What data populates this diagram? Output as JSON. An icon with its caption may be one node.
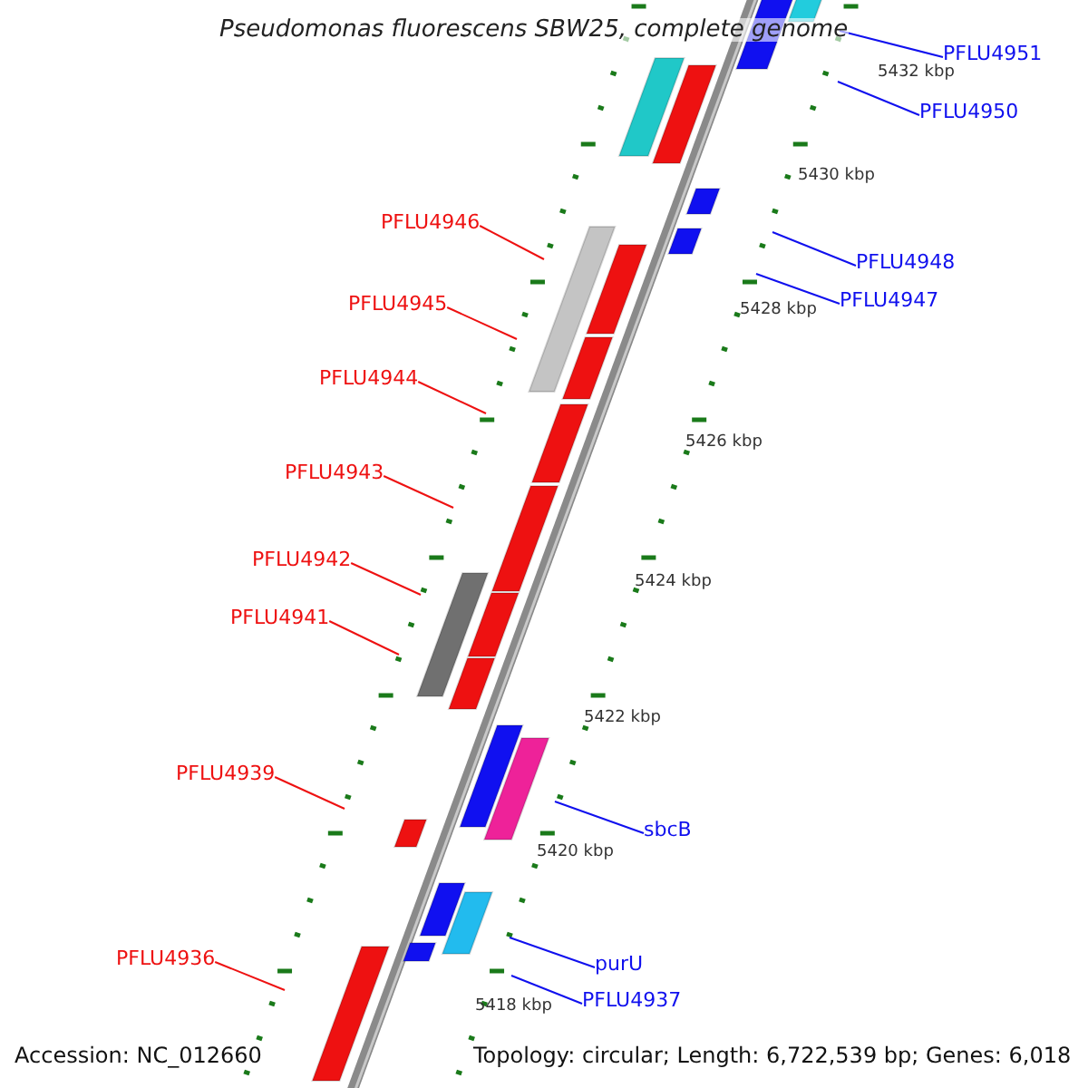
{
  "diagram": {
    "title": "Pseudomonas fluorescens SBW25, complete genome",
    "nodes": [
      {
        "text": [
          "PFLU4951"
        ]
      },
      {
        "text": [
          "PFLU4950"
        ]
      },
      {
        "text": [
          "PFLU4946"
        ]
      },
      {
        "text": [
          "PFLU4948"
        ]
      },
      {
        "text": [
          "PFLU4947"
        ]
      },
      {
        "text": [
          "PFLU4945"
        ]
      },
      {
        "text": [
          "PFLU4944"
        ]
      },
      {
        "text": [
          "PFLU4943"
        ]
      },
      {
        "text": [
          "PFLU4942"
        ]
      },
      {
        "text": [
          "PFLU4941"
        ]
      },
      {
        "text": [
          "PFLU4939"
        ]
      },
      {
        "text": [
          "sbcB"
        ]
      },
      {
        "text": [
          "purU"
        ]
      },
      {
        "text": [
          "PFLU4936"
        ]
      },
      {
        "text": [
          "PFLU4937"
        ]
      }
    ],
    "edges": [
      {
        "from": 0,
        "to": null,
        "arrow": "none",
        "color": "#1010ee"
      },
      {
        "from": 1,
        "to": null,
        "arrow": "none",
        "color": "#1010ee"
      },
      {
        "from": 2,
        "to": null,
        "arrow": "none"
      },
      {
        "from": 3,
        "to": null,
        "arrow": "none",
        "color": "#1010ee"
      },
      {
        "from": 4,
        "to": null,
        "arrow": "none",
        "color": "#1010ee"
      },
      {
        "from": 5,
        "to": null,
        "arrow": "none"
      },
      {
        "from": 6,
        "to": null,
        "arrow": "none"
      },
      {
        "from": 7,
        "to": null,
        "arrow": "none"
      },
      {
        "from": 8,
        "to": null,
        "arrow": "none"
      },
      {
        "from": 9,
        "to": null,
        "arrow": "none"
      },
      {
        "from": 10,
        "to": null,
        "arrow": "none"
      },
      {
        "from": 11,
        "to": null,
        "arrow": "none",
        "color": "#1010ee"
      },
      {
        "from": 12,
        "to": null,
        "arrow": "none",
        "color": "#1010ee"
      },
      {
        "from": 13,
        "to": null,
        "arrow": "none"
      },
      {
        "from": 14,
        "to": null,
        "arrow": "none",
        "color": "#1010ee"
      }
    ],
    "labels": [
      "5432 kbp",
      "5430 kbp",
      "5428 kbp",
      "5426 kbp",
      "5424 kbp",
      "5422 kbp",
      "5420 kbp",
      "5418 kbp",
      "Accession: NC_012660",
      "Topology: circular; Length: 6,722,539 bp; Genes: 6,018"
    ]
  }
}
